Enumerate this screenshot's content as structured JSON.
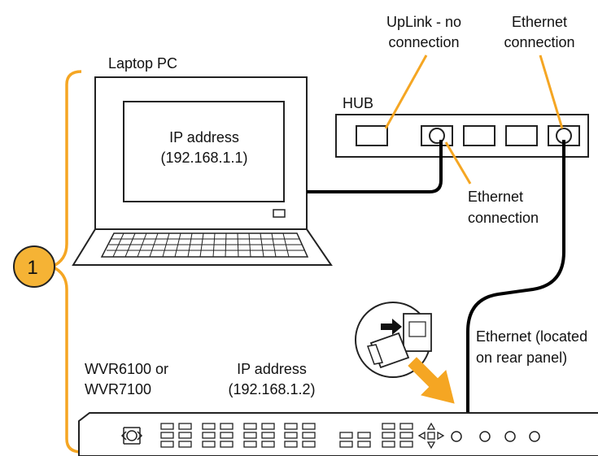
{
  "labels": {
    "laptop": "Laptop PC",
    "laptop_ip_line1": "IP address",
    "laptop_ip_line2": "(192.168.1.1)",
    "hub": "HUB",
    "uplink_line1": "UpLink - no",
    "uplink_line2": "connection",
    "hub_eth_line1": "Ethernet",
    "hub_eth_line2": "connection",
    "laptop_eth_line1": "Ethernet",
    "laptop_eth_line2": "connection",
    "rear_eth_line1": "Ethernet (located",
    "rear_eth_line2": "on rear panel)",
    "device_line1": "WVR6100 or",
    "device_line2": "WVR7100",
    "device_ip_line1": "IP address",
    "device_ip_line2": "(192.168.1.2)"
  },
  "step": {
    "number": "1"
  },
  "colors": {
    "accent": "#F5A623",
    "callout_fill": "#F5B335",
    "line": "#000000",
    "outline": "#222222"
  },
  "icons": {
    "laptop": "laptop-icon",
    "hub": "network-hub-icon",
    "device": "waveform-rasterizer-icon",
    "connector": "rj45-connector-icon"
  }
}
